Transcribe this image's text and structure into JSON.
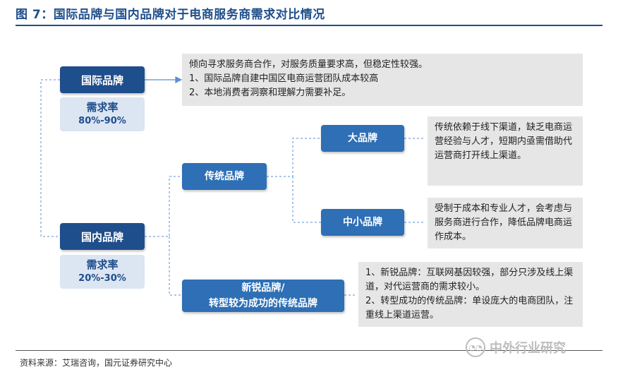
{
  "header": {
    "title": "图 7：国际品牌与国内品牌对于电商服务商需求对比情况"
  },
  "diagram": {
    "intl_brand": {
      "label": "国际品牌",
      "rate_label": "需求率",
      "rate_value": "80%-90%",
      "notes": [
        "倾向寻求服务商合作，对服务质量要求高，但稳定性较强。",
        "1、国际品牌自建中国区电商运营团队成本较高",
        "2、本地消费者洞察和理解力需要补足。"
      ]
    },
    "domestic_brand": {
      "label": "国内品牌",
      "rate_label": "需求率",
      "rate_value": "20%-30%"
    },
    "traditional_brand": {
      "label": "传统品牌",
      "big_brand": {
        "label": "大品牌",
        "note": "传统依赖于线下渠道，缺乏电商运营经验与人才，短期内亟需借助代运营商打开线上渠道。"
      },
      "small_brand": {
        "label": "中小品牌",
        "note": "受制于成本和专业人才，会考虑与服务商进行合作，降低品牌电商运作成本。"
      }
    },
    "new_brand": {
      "label_line1": "新锐品牌/",
      "label_line2": "转型较为成功的传统品牌",
      "notes": [
        "1、新锐品牌：互联网基因较强，部分只涉及线上渠道，对代运营商的需求较小。",
        "2、转型成功的传统品牌：单设庞大的电商团队，注重线上渠道运营。"
      ]
    }
  },
  "footer": {
    "source": "资料来源：艾瑞咨询，国元证券研究中心",
    "watermark": "中外行业研究",
    "watermark_icon": "wechat-icon"
  },
  "colors": {
    "dark_blue": "#1f4e8c",
    "mid_blue": "#2e6fb5",
    "light_blue": "#dce5f2",
    "gray_note": "#e6e6e6",
    "connector": "#5b8fd0"
  }
}
